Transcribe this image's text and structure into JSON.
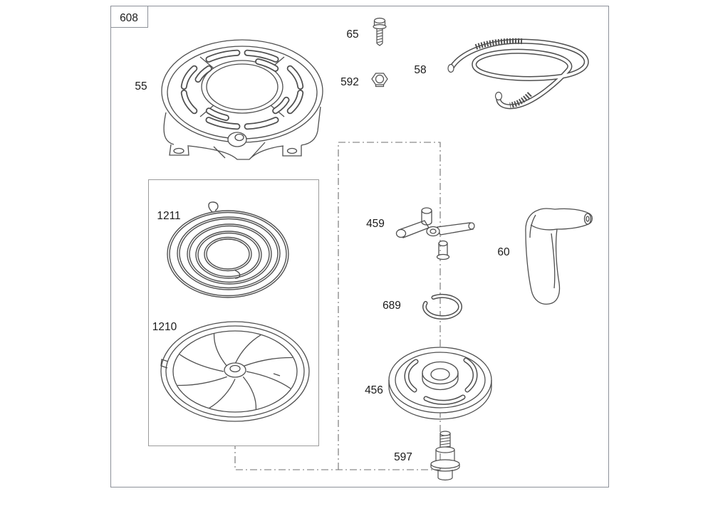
{
  "figure": {
    "id": "608",
    "line_color": "#4f4f4f",
    "border_color": "#8d9199",
    "background": "#ffffff"
  },
  "labels": {
    "housing": "55",
    "bolt": "65",
    "nut": "592",
    "rope": "58",
    "spring": "1211",
    "pulley": "1210",
    "pawl": "459",
    "handle": "60",
    "retainer": "689",
    "clutch": "456",
    "screw": "597"
  }
}
